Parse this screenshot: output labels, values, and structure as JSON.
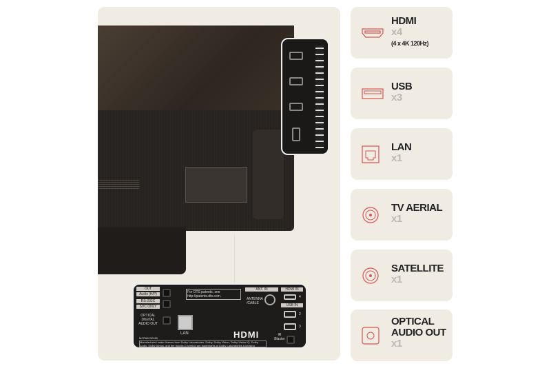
{
  "colors": {
    "accent": "#d9534f",
    "panel": "#f0ebe3",
    "count": "#bdb8b2"
  },
  "inset": {
    "ant_in": "ANT. IN",
    "antenna": "ANTENNA /CABLE",
    "hdmi_in": "HDMI IN",
    "usb_in": "USB IN",
    "optical": "OPTICAL DIGITAL AUDIO OUT",
    "lan": "LAN",
    "ir": "IR Blaster",
    "hdmi_logo": "HDMI",
    "dts": "For DTS patents, see http://patents.dts.com.",
    "port_4": "4",
    "port_2": "2",
    "port_3": "3",
    "out": "OUT",
    "audio": "Audio (H/P)",
    "rs232": "RS-232C",
    "svc": "SVC ONLY",
    "model": "MCR68132485",
    "license": "Manufactured under license from Dolby Laboratories. Dolby, Dolby Vision, Dolby Vision IQ, Dolby Audio, Dolby Atmos, and the double-D symbol are trademarks of Dolby Laboratories Licensing Corporation."
  },
  "features": [
    {
      "title": "HDMI",
      "count": "x4",
      "sub": "(4 x 4K 120Hz)",
      "icon": "hdmi-icon"
    },
    {
      "title": "USB",
      "count": "x3",
      "icon": "usb-icon"
    },
    {
      "title": "LAN",
      "count": "x1",
      "icon": "lan-icon"
    },
    {
      "title": "TV AERIAL",
      "count": "x1",
      "icon": "coax-icon"
    },
    {
      "title": "SATELLITE",
      "count": "x1",
      "icon": "satellite-icon"
    },
    {
      "title": "OPTICAL AUDIO OUT",
      "count": "x1",
      "icon": "optical-icon"
    }
  ]
}
